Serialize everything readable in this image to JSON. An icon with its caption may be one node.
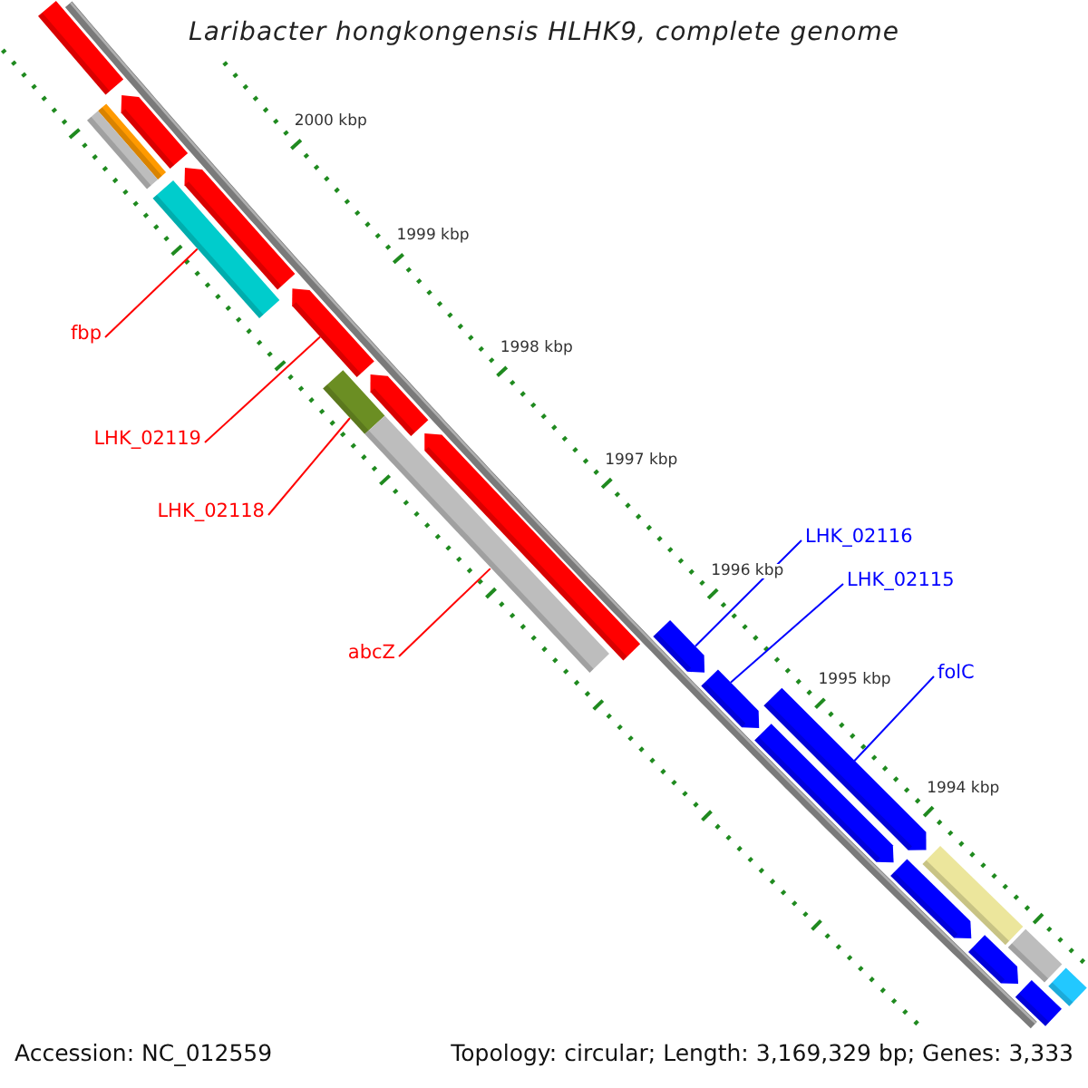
{
  "diagram": {
    "title": "Laribacter hongkongensis HLHK9, complete genome",
    "nodes": [
      {
        "text": [
          "fbp"
        ]
      },
      {
        "text": [
          "LHK_02119"
        ]
      },
      {
        "text": [
          "LHK_02118"
        ]
      },
      {
        "text": [
          "abcZ"
        ]
      },
      {
        "text": [
          "LHK_02116"
        ]
      },
      {
        "text": [
          "LHK_02115"
        ]
      },
      {
        "text": [
          "folC"
        ]
      },
      {
        "text": [],
        "shape": "bar"
      },
      {
        "text": [],
        "shape": "bar"
      },
      {
        "text": [],
        "shape": "bar"
      },
      {
        "text": [],
        "shape": "bar"
      },
      {
        "text": [],
        "shape": "bar"
      },
      {
        "text": [],
        "shape": "bar"
      },
      {
        "text": [],
        "shape": "bar"
      },
      {
        "text": [],
        "shape": "bar"
      },
      {
        "text": [],
        "shape": "bar"
      },
      {
        "text": [],
        "shape": "bar"
      },
      {
        "text": [],
        "shape": "bar"
      },
      {
        "text": [],
        "shape": "bar"
      },
      {
        "text": [],
        "shape": "bar"
      },
      {
        "text": [],
        "shape": "bar"
      },
      {
        "text": [],
        "shape": "bar"
      },
      {
        "text": [],
        "shape": "bar"
      },
      {
        "text": [],
        "shape": "bar"
      },
      {
        "text": [],
        "shape": "bar"
      },
      {
        "text": [],
        "shape": "bar"
      },
      {
        "text": [],
        "shape": "bar"
      },
      {
        "text": [],
        "shape": "bar"
      }
    ],
    "edges": [
      {
        "from": 0,
        "to": 12,
        "arrow": "none"
      },
      {
        "from": 1,
        "to": 13,
        "arrow": "none"
      },
      {
        "from": 2,
        "to": 14,
        "arrow": "none"
      },
      {
        "from": 3,
        "to": 16,
        "arrow": "none"
      },
      {
        "from": 4,
        "to": 18,
        "arrow": "none",
        "color": "#0000ff"
      },
      {
        "from": 5,
        "to": 19,
        "arrow": "none",
        "color": "#0000ff"
      },
      {
        "from": 6,
        "to": 20,
        "arrow": "none",
        "color": "#0000ff"
      }
    ],
    "labels": [
      "2000 kbp",
      "1999 kbp",
      "1998 kbp",
      "1997 kbp",
      "1996 kbp",
      "1995 kbp",
      "1994 kbp",
      "Accession: NC_012559",
      "Topology: circular; Length: 3,169,329 bp; Genes: 3,333"
    ]
  }
}
